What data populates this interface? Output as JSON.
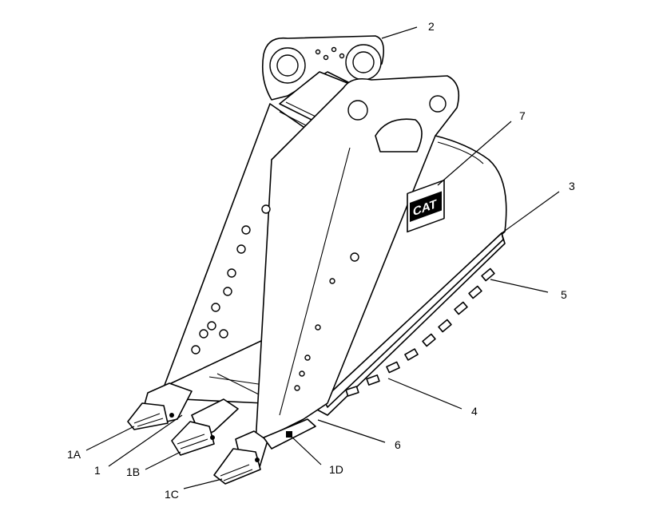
{
  "diagram": {
    "logo": {
      "text": "CAT"
    },
    "callouts": [
      {
        "id": "c-2",
        "label": "2"
      },
      {
        "id": "c-7",
        "label": "7"
      },
      {
        "id": "c-3",
        "label": "3"
      },
      {
        "id": "c-5",
        "label": "5"
      },
      {
        "id": "c-4",
        "label": "4"
      },
      {
        "id": "c-6",
        "label": "6"
      },
      {
        "id": "c-1D",
        "label": "1D"
      },
      {
        "id": "c-1A",
        "label": "1A"
      },
      {
        "id": "c-1",
        "label": "1"
      },
      {
        "id": "c-1B",
        "label": "1B"
      },
      {
        "id": "c-1C",
        "label": "1C"
      }
    ]
  }
}
